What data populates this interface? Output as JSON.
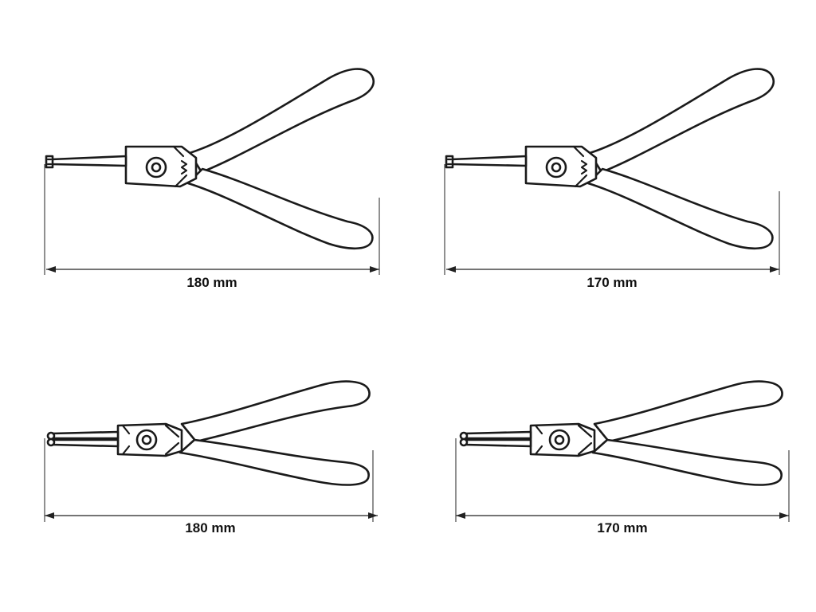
{
  "drawings": [
    {
      "label": "180 mm",
      "tool": "external circlip pliers, straight tips"
    },
    {
      "label": "170 mm",
      "tool": "external circlip pliers, straight tips"
    },
    {
      "label": "180 mm",
      "tool": "internal circlip pliers, straight tips"
    },
    {
      "label": "170 mm",
      "tool": "internal circlip pliers, straight tips"
    }
  ]
}
